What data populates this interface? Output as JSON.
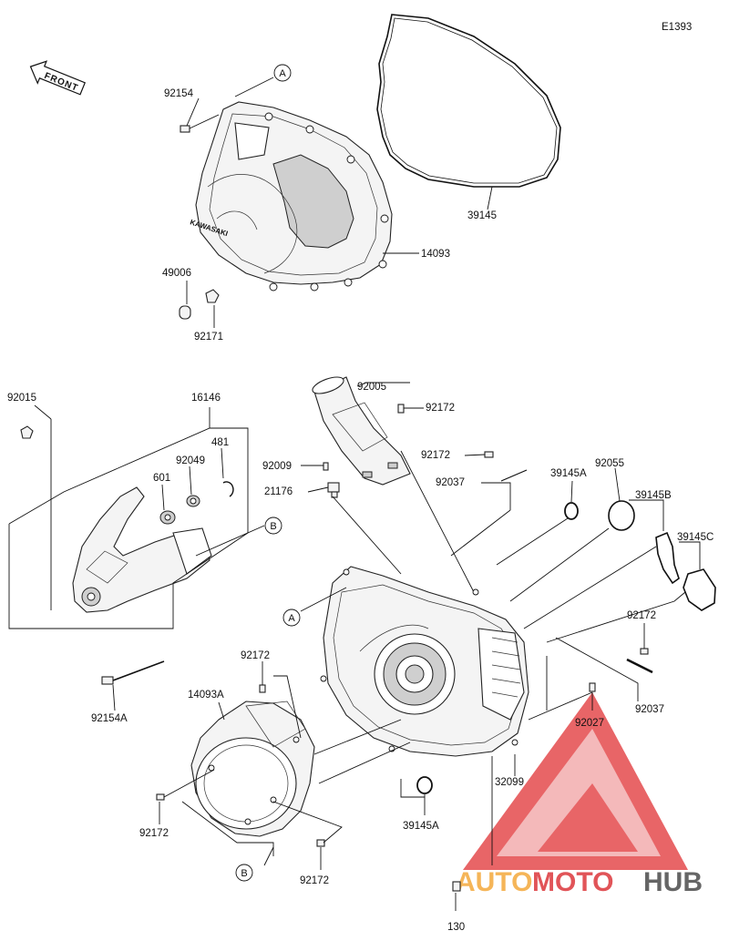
{
  "diagram_code": "E1393",
  "front_label": "FRONT",
  "callouts": {
    "c92154": "92154",
    "c49006": "49006",
    "c92171": "92171",
    "c14093": "14093",
    "c39145": "39145",
    "c92015": "92015",
    "c16146": "16146",
    "c481": "481",
    "c92049": "92049",
    "c601": "601",
    "c92154A": "92154A",
    "c92005": "92005",
    "c92172_a": "92172",
    "c92009": "92009",
    "c92172_b": "92172",
    "c92037_a": "92037",
    "c21176": "21176",
    "c39145A_a": "39145A",
    "c92055": "92055",
    "c39145B": "39145B",
    "c39145C": "39145C",
    "c92172_c": "92172",
    "c92037_b": "92037",
    "c92027": "92027",
    "c32099": "32099",
    "c39145A_b": "39145A",
    "c92172_d": "92172",
    "c14093A": "14093A",
    "c92172_e": "92172",
    "c92172_f": "92172",
    "c130": "130"
  },
  "reference_marks": {
    "ref_a_top": "A",
    "ref_a_mid": "A",
    "ref_b_top": "B",
    "ref_b_bottom": "B"
  },
  "cover_logo_text": "KAWASAKI",
  "watermark": {
    "text_auto": "AUTO",
    "text_moto": "MOTO",
    "text_hub": "HUB",
    "colors": {
      "red": "#d9252a",
      "orange": "#f3a12a",
      "dark": "#3b3b3b"
    }
  }
}
